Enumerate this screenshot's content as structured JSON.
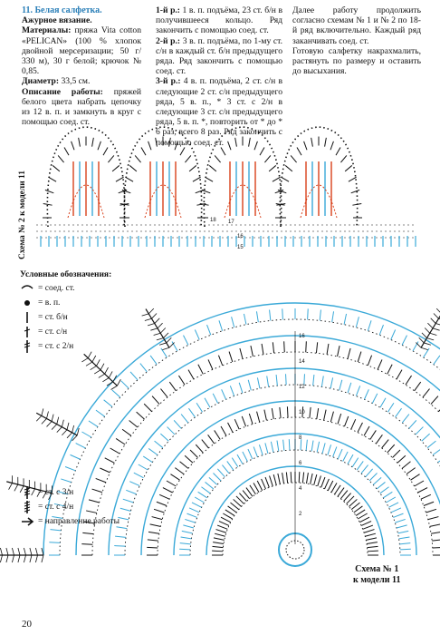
{
  "text": {
    "title": "11. Белая салфетка.",
    "subtitle": "Ажурное вязание.",
    "materials_label": "Материалы:",
    "materials": "пряжа Vita cotton «PELICAN» (100 % хлопок двойной мерсеризации; 50 г/ 330 м), 30 г белой; крючок № 0,85.",
    "diameter_label": "Диаметр:",
    "diameter": "33,5 см.",
    "description_label": "Описание работы:",
    "description": "пряжей белого цвета набрать цепочку из 12 в. п. и замкнуть в круг с помощью соед. ст.",
    "row1_label": "1-й р.:",
    "row1": "1 в. п. подъёма, 23 ст. б/н в получившееся кольцо. Ряд закончить с помощью соед. ст.",
    "row2_label": "2-й р.:",
    "row2": "3 в. п. подъёма, по 1-му ст. с/н в каждый ст. б/н предыдущего ряда. Ряд закончить с помощью соед. ст.",
    "row3_label": "3-й р.:",
    "row3": "4 в. п. подъёма, 2 ст. с/н в следующие 2 ст. с/н предыдущего ряда, 5 в. п., * 3 ст. с 2/н в следующие 3 ст. с/н предыдущего ряда, 5 в. п. *, повторить от * до * 6 раз, всего 8 раз. Ряд закончить с помощью соед. ст.",
    "continue": "Далее работу продолжить согласно схемам № 1 и № 2 по 18-й ряд включительно. Каждый ряд заканчивать соед. ст.",
    "finish": "Готовую салфетку накрахмалить, растянуть по размеру и оставить до высыхания."
  },
  "schema2_label": "Схема № 2 к модели 11",
  "schema1_label_line1": "Схема № 1",
  "schema1_label_line2": "к модели 11",
  "legend": {
    "title": "Условные обозначения:",
    "items": [
      {
        "icon": "slip-stitch-icon",
        "label": "= соед. ст."
      },
      {
        "icon": "chain-icon",
        "label": "= в. п."
      },
      {
        "icon": "sc-icon",
        "label": "= ст. б/н"
      },
      {
        "icon": "dc-icon",
        "label": "= ст. с/н"
      },
      {
        "icon": "tr-icon",
        "label": "= ст. с 2/н"
      },
      {
        "icon": "dtr-icon",
        "label": "= ст. с 3/н"
      },
      {
        "icon": "trtr-icon",
        "label": "= ст. с 4/н"
      },
      {
        "icon": "direction-icon",
        "label": "= направление работы"
      }
    ]
  },
  "row_numbers_schema2": [
    "18",
    "17",
    "16",
    "15"
  ],
  "row_numbers_schema1": [
    "16",
    "14",
    "12",
    "10",
    "8",
    "6",
    "4",
    "2"
  ],
  "page_number": "20",
  "colors": {
    "title": "#2a7fb8",
    "blue": "#3aa9d8",
    "red": "#d8401a",
    "ink": "#111111"
  }
}
